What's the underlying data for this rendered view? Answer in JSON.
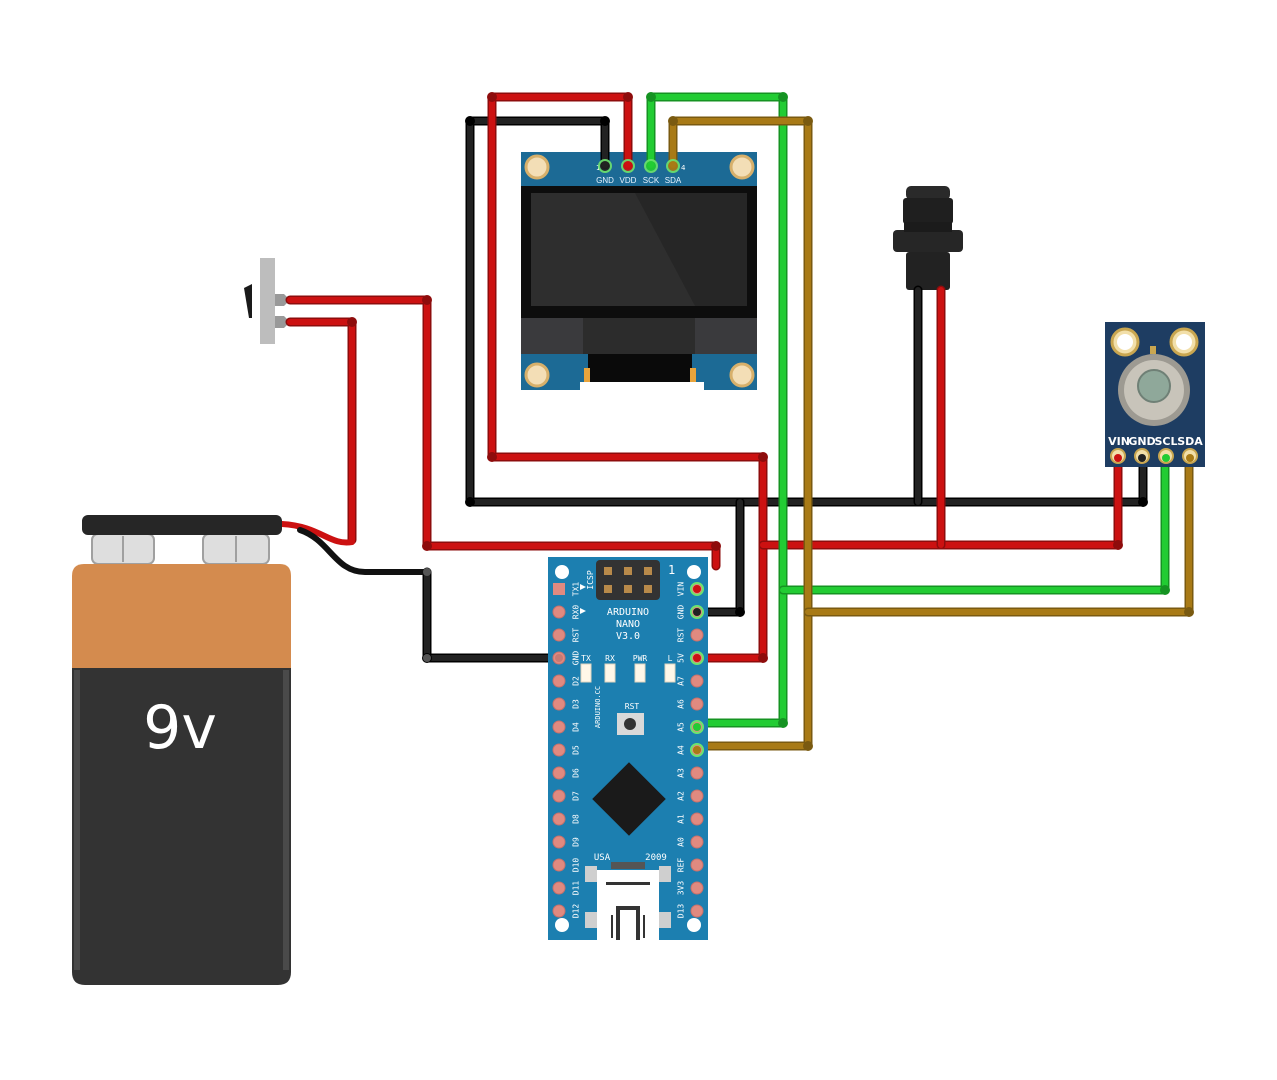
{
  "diagram": {
    "title": "Arduino Nano IR thermometer wiring",
    "colors": {
      "wire_red": "#cc1111",
      "wire_black": "#222222",
      "wire_green": "#22cc33",
      "wire_brown": "#a87a16",
      "pcb_blue": "#1c6a95",
      "pad_pink": "#e08a80",
      "battery_orange": "#d48b4e",
      "battery_black": "#333333"
    },
    "battery": {
      "label": "9v"
    },
    "oled": {
      "pins": [
        {
          "num": "1",
          "label": "GND"
        },
        {
          "label": "VDD"
        },
        {
          "label": "SCK"
        },
        {
          "num": "4",
          "label": "SDA"
        }
      ]
    },
    "sensor": {
      "pins": [
        "VIN",
        "GND",
        "SCL",
        "SDA"
      ]
    },
    "nano": {
      "title_line1": "ARDUINO",
      "title_line2": "NANO",
      "title_line3": "V3.0",
      "icsp_label": "ICSP",
      "icsp_pin1": "1",
      "site": "ARDUINO.CC",
      "rst_label": "RST",
      "country": "USA",
      "year": "2009",
      "leds": [
        "TX",
        "RX",
        "PWR",
        "L"
      ],
      "left_pins": [
        "TX1",
        "RX0",
        "RST",
        "GND",
        "D2",
        "D3",
        "D4",
        "D5",
        "D6",
        "D7",
        "D8",
        "D9",
        "D10",
        "D11",
        "D12"
      ],
      "right_pins": [
        "VIN",
        "GND",
        "RST",
        "5V",
        "A7",
        "A6",
        "A5",
        "A4",
        "A3",
        "A2",
        "A1",
        "A0",
        "REF",
        "3V3",
        "D13"
      ]
    },
    "connections": [
      {
        "from": "OLED GND",
        "to": "Nano GND / Sensor GND / Jack",
        "color": "black"
      },
      {
        "from": "OLED VDD",
        "to": "Nano 5V",
        "color": "red"
      },
      {
        "from": "OLED SCK",
        "to": "Nano A5",
        "color": "green"
      },
      {
        "from": "OLED SDA",
        "to": "Nano A4",
        "color": "brown"
      },
      {
        "from": "Sensor VIN",
        "to": "5V rail / Jack",
        "color": "red"
      },
      {
        "from": "Sensor SCL",
        "to": "Nano A5",
        "color": "green"
      },
      {
        "from": "Sensor SDA",
        "to": "Nano A4",
        "color": "brown"
      },
      {
        "from": "Battery +",
        "to": "Switch",
        "color": "red"
      },
      {
        "from": "Switch",
        "to": "Nano VIN",
        "color": "red"
      },
      {
        "from": "Battery -",
        "to": "Nano GND",
        "color": "black"
      }
    ]
  }
}
